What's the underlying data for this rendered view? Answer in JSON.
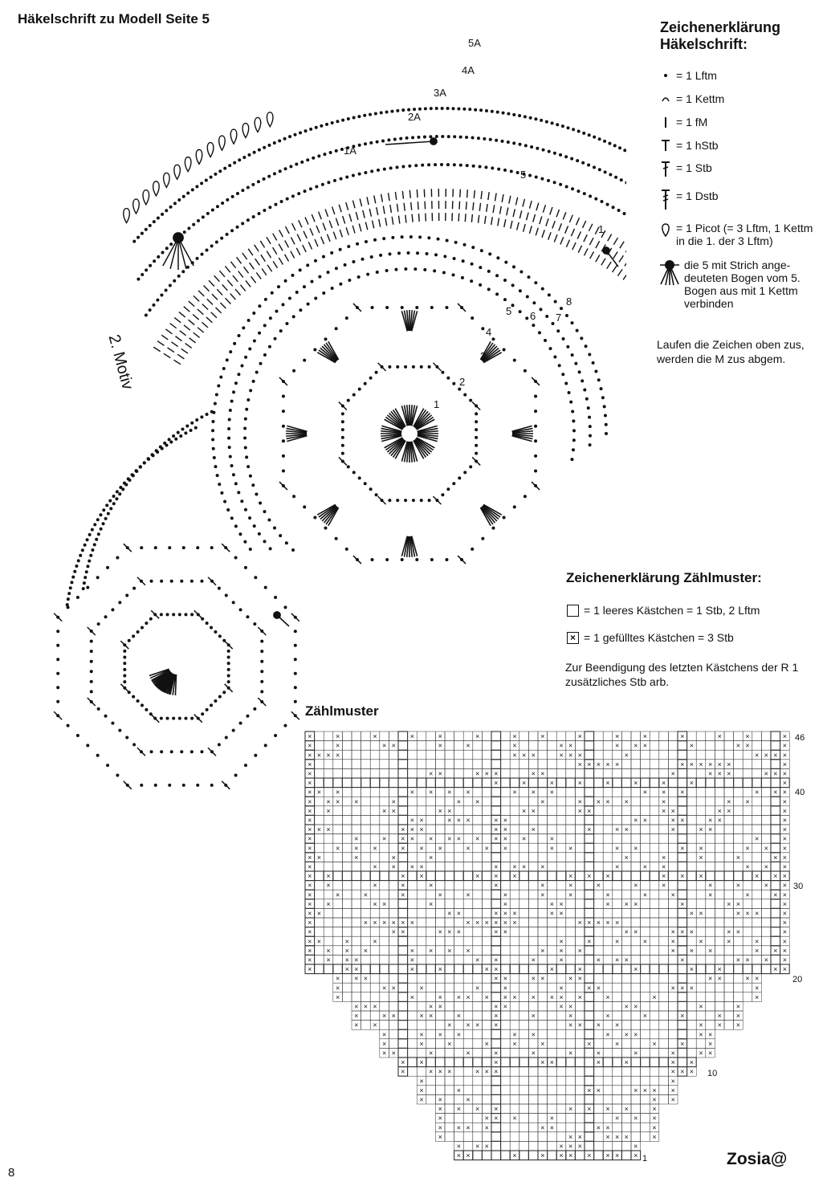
{
  "title": "Häkelschrift zu Modell Seite 5",
  "legend": {
    "title_line1": "Zeichenerklärung",
    "title_line2": "Häkelschrift:",
    "items": [
      {
        "icon": "dot-icon",
        "text": "= 1 Lftm"
      },
      {
        "icon": "arc-icon",
        "text": "= 1 Kettm"
      },
      {
        "icon": "vertical-line-icon",
        "text": "= 1 fM"
      },
      {
        "icon": "t-bar-icon",
        "text": "= 1 hStb"
      },
      {
        "icon": "single-cross-stick-icon",
        "text": "= 1 Stb"
      },
      {
        "icon": "double-cross-stick-icon",
        "text": "= 1 Dstb"
      }
    ],
    "picot_line1": "= 1 Picot (= 3 Lftm, 1 Kettm",
    "picot_line2": "in die 1. der 3 Lftm)",
    "join_line1": "die 5 mit Strich ange-",
    "join_line2": "deuteten Bogen vom 5.",
    "join_line3": "Bogen aus mit 1 Kettm",
    "join_line4": "verbinden",
    "note": "Laufen die Zeichen oben zus, werden die M zus abgem."
  },
  "diagram": {
    "motif_label": "2. Motiv",
    "outer_round_labels": [
      "1A",
      "2A",
      "3A",
      "4A",
      "5A"
    ],
    "inner_round_labels": [
      "1",
      "2",
      "3",
      "4",
      "5",
      "6",
      "7",
      "8"
    ],
    "arc_round_labels": [
      "1",
      "5"
    ]
  },
  "grid_legend": {
    "title": "Zeichenerklärung Zählmuster:",
    "empty": "= 1 leeres Kästchen = 1 Stb, 2 Lftm",
    "filled": "= 1 gefülltes Kästchen = 3 Stb",
    "filled_mark": "×",
    "end_note": "Zur Beendigung des letzten Kästchens der R 1 zusätzliches Stb arb."
  },
  "chart_title": "Zählmuster",
  "chart_row_labels": [
    "46",
    "40",
    "30",
    "20",
    "10",
    "1"
  ],
  "signature": "Zosia@",
  "page_number": "8"
}
